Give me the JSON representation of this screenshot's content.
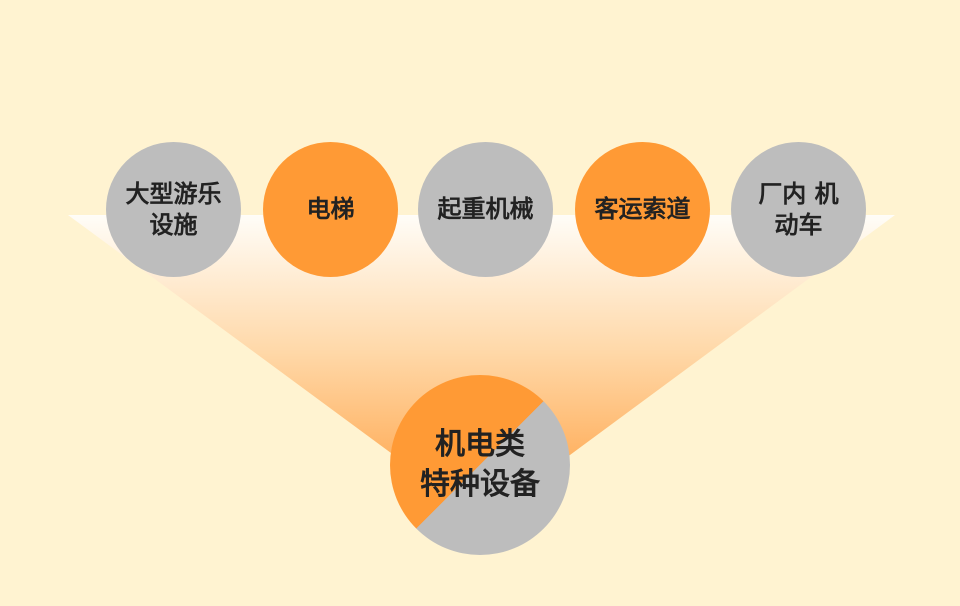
{
  "colors": {
    "background": "#fff3d1",
    "gray": "#bdbdbd",
    "orange": "#ff9a35",
    "text": "#222222"
  },
  "categories": [
    {
      "label": "大型游乐\n设施",
      "color": "gray"
    },
    {
      "label": "电梯",
      "color": "orange"
    },
    {
      "label": "起重机械",
      "color": "gray"
    },
    {
      "label": "客运索道",
      "color": "orange"
    },
    {
      "label": "厂内 机\n动车",
      "color": "gray"
    }
  ],
  "center": {
    "label": "机电类\n特种设备"
  }
}
